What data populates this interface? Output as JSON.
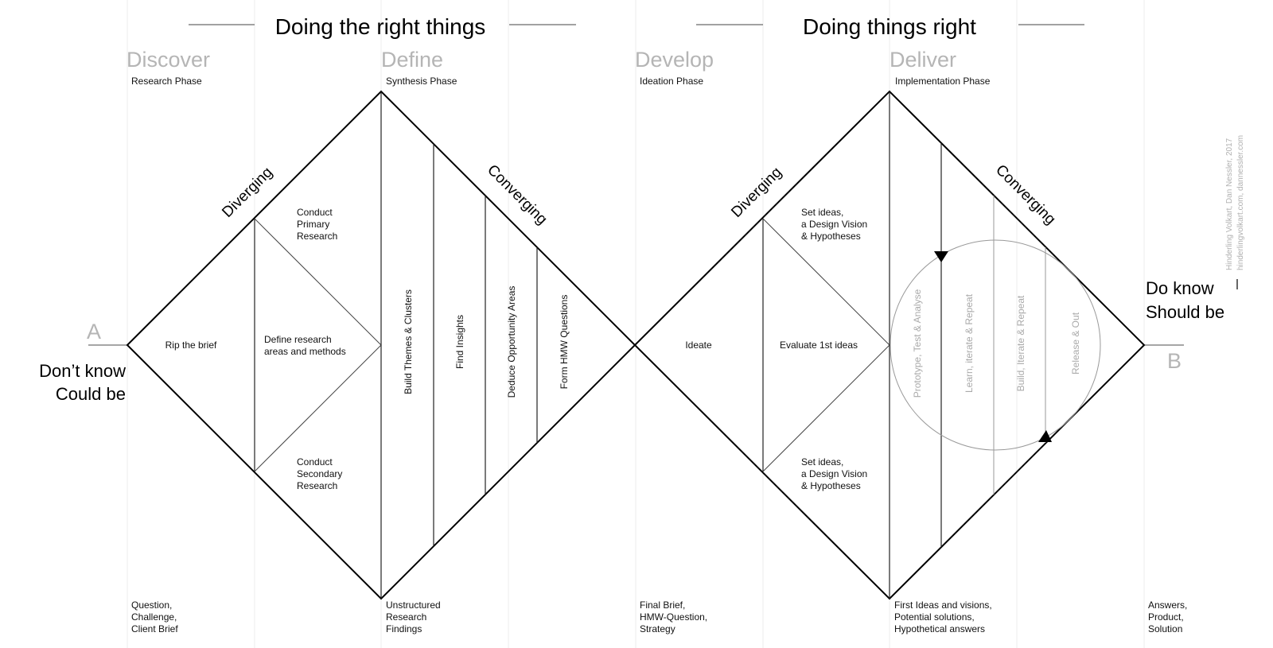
{
  "headers": {
    "left": "Doing the right things",
    "right": "Doing things right"
  },
  "phases": [
    {
      "title": "Discover",
      "subtitle": "Research Phase"
    },
    {
      "title": "Define",
      "subtitle": "Synthesis Phase"
    },
    {
      "title": "Develop",
      "subtitle": "Ideation Phase"
    },
    {
      "title": "Deliver",
      "subtitle": "Implementation Phase"
    }
  ],
  "start": {
    "letter": "A",
    "lines": [
      "Don’t know",
      "Could be"
    ]
  },
  "end": {
    "letter": "B",
    "lines": [
      "Do know",
      "Should be"
    ]
  },
  "directions": {
    "diverging": "Diverging",
    "converging": "Converging"
  },
  "diamond1": {
    "rip": "Rip the brief",
    "define": [
      "Define research",
      "areas and methods"
    ],
    "primary": [
      "Conduct",
      "Primary",
      "Research"
    ],
    "secondary": [
      "Conduct",
      "Secondary",
      "Research"
    ],
    "vertical": [
      "Build Themes & Clusters",
      "Find Insights",
      "Deduce Opportunity Areas",
      "Form HMW Questions"
    ]
  },
  "diamond2": {
    "ideate": "Ideate",
    "evaluate": "Evaluate 1st ideas",
    "set_top": [
      "Set ideas,",
      "a Design Vision",
      "& Hypotheses"
    ],
    "set_bottom": [
      "Set ideas,",
      "a Design Vision",
      "& Hypotheses"
    ],
    "cycle": [
      "Prototype, Test & Analyse",
      "Learn, iterate & Repeat",
      "Build, Iterate & Repeat",
      "Release & Out"
    ]
  },
  "outputs": [
    [
      "Question,",
      "Challenge,",
      "Client Brief"
    ],
    [
      "Unstructured",
      "Research",
      "Findings"
    ],
    [
      "Final Brief,",
      "HMW-Question,",
      "Strategy"
    ],
    [
      "First Ideas and visions,",
      "Potential solutions,",
      "Hypothetical answers"
    ],
    [
      "Answers,",
      "Product,",
      "Solution"
    ]
  ],
  "credits": [
    "Hinderling Volkart, Dan Nessler, 2017",
    "hinderlingvolkart.com, dannessler.com"
  ]
}
